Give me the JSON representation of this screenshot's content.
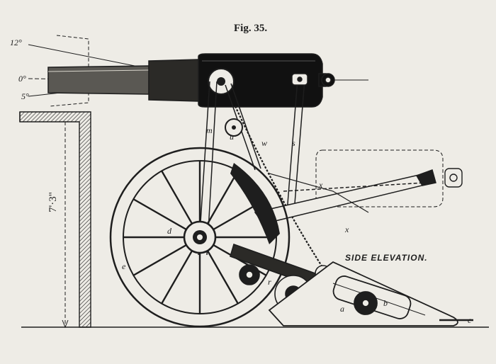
{
  "figure_title": "Fig. 35.",
  "view_title": "SIDE ELEVATION.",
  "elevation_marks": {
    "twelve": "12°",
    "zero": "0°",
    "five": "5°"
  },
  "height_dimension": "7'·3\"",
  "part_letters": {
    "d": "d",
    "e": "e",
    "m": "m",
    "u": "u",
    "w": "w",
    "s": "s",
    "x_upper": "x",
    "x_lower": "x",
    "r": "r",
    "a": "a",
    "b": "b",
    "c": "c"
  },
  "colors": {
    "paper": "#eeece6",
    "ink": "#1e1e1e"
  }
}
